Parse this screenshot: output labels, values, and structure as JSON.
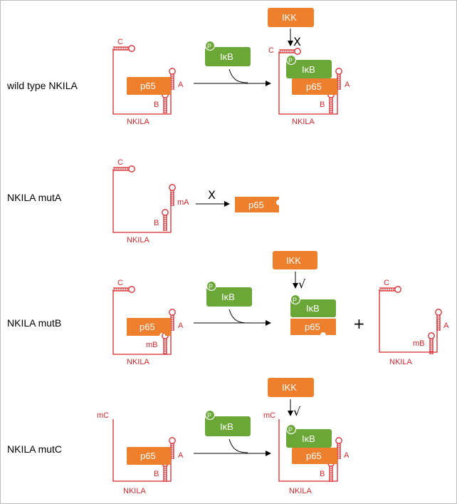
{
  "rows": {
    "wt": {
      "label": "wild type NKILA"
    },
    "mutA": {
      "label": "NKILA mutA"
    },
    "mutB": {
      "label": "NKILA mutB"
    },
    "mutC": {
      "label": "NKILA mutC"
    }
  },
  "text": {
    "nkila": "NKILA",
    "p65": "p65",
    "ikb": "IκB",
    "ikk": "IKK",
    "p": "P",
    "A": "A",
    "B": "B",
    "C": "C",
    "mA": "mA",
    "mB": "mB",
    "mC": "mC",
    "block": "X",
    "allow": "√",
    "plus": "+"
  },
  "colors": {
    "rna": "#d9262b",
    "p65": "#ee7f2d",
    "ikb": "#6aa736",
    "ikk": "#ee7f2d"
  }
}
